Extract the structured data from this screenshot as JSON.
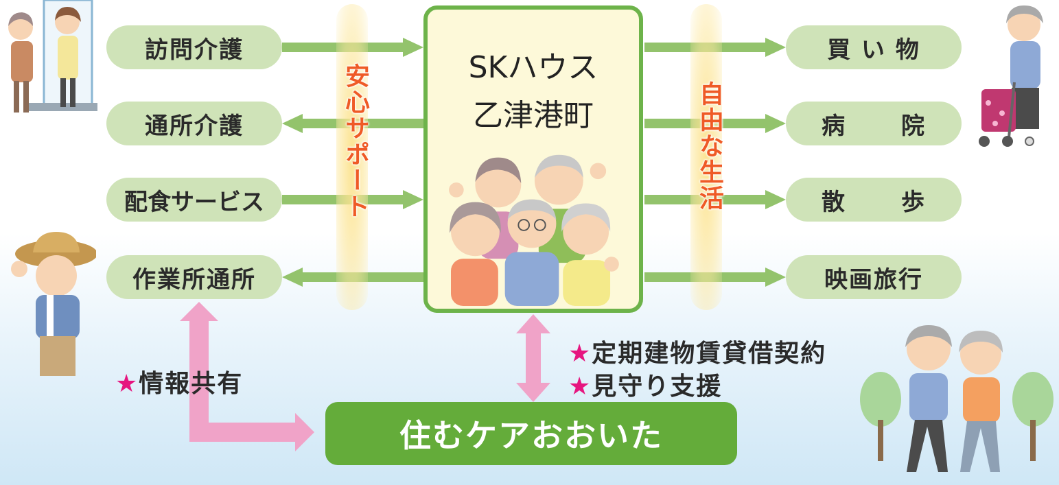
{
  "left_services": [
    "訪問介護",
    "通所介護",
    "配食サービス",
    "作業所通所"
  ],
  "right_activities": [
    "買 い 物",
    "病院",
    "散歩",
    "映画旅行"
  ],
  "right_activities_spread": [
    "病",
    "院",
    "散",
    "歩"
  ],
  "vertical_labels": {
    "support": "安心サポート",
    "free_life": "自由な生活"
  },
  "center": {
    "line1": "SKハウス",
    "line2": "乙津港町"
  },
  "notes": {
    "info_share": "情報共有",
    "contract": "定期建物賃貸借契約",
    "watch": "見守り支援",
    "star": "★"
  },
  "bottom_box": "住むケアおおいた",
  "colors": {
    "pill": "#cfe3b8",
    "arrow_green": "#93c36c",
    "arrow_pink": "#f0a3c8",
    "center_border": "#6db34a",
    "center_fill": "#fdf9d9",
    "bottom_box": "#64ac3a",
    "vertical_text": "#ef5a26",
    "star": "#e6157f"
  },
  "illustrations": [
    "caregiver-visit",
    "elderly-woman-with-walker",
    "elderly-group",
    "farmer-man",
    "walking-couple"
  ]
}
